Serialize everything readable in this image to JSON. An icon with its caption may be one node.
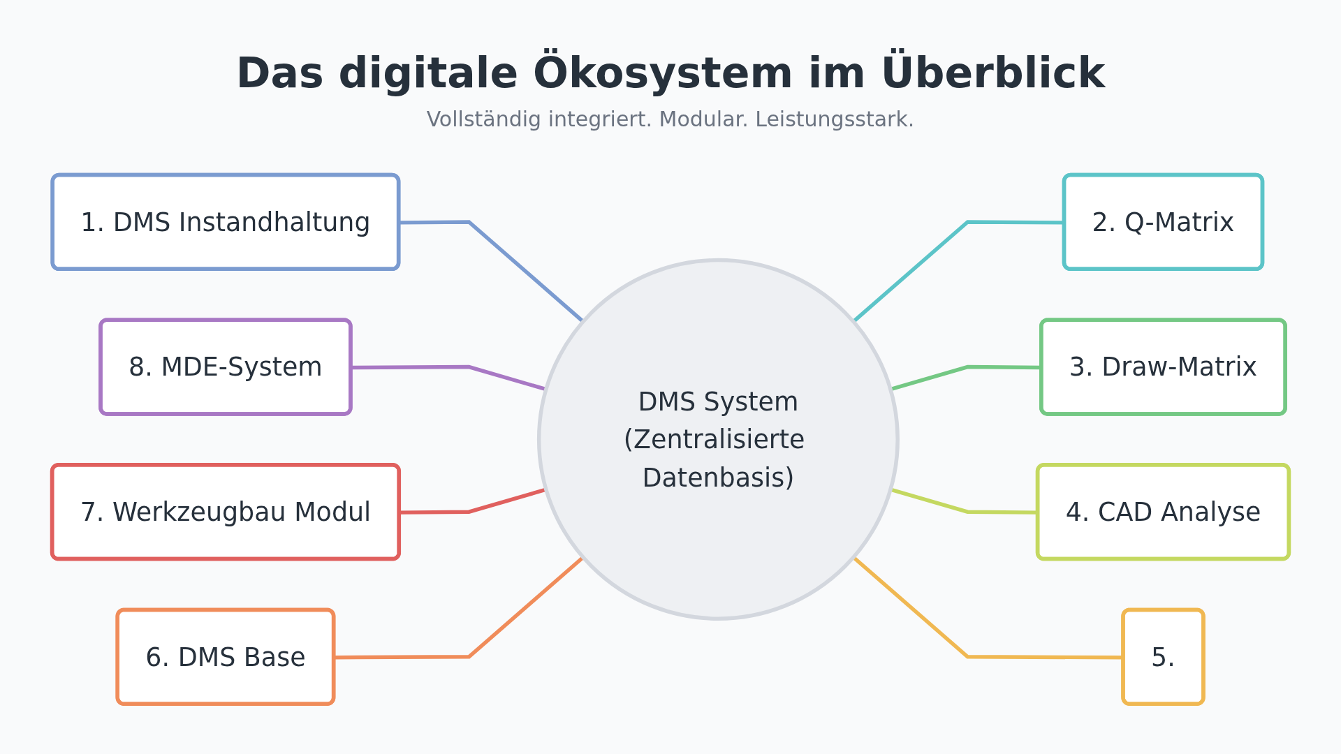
{
  "diagram": {
    "title": "Das digitale Ökosystem im Überblick",
    "nodes": [
      {
        "text": [
          "DMS System",
          "(Zentralisierte Datenbasis)"
        ]
      },
      {
        "text": [
          "1. DMS Instandhaltung"
        ]
      },
      {
        "text": [
          "2. Q-Matrix"
        ]
      },
      {
        "text": [
          "3. Draw-Matrix"
        ]
      },
      {
        "text": [
          "4. CAD Analyse"
        ]
      },
      {
        "text": [
          "5."
        ]
      },
      {
        "text": [
          "6. DMS Base"
        ]
      },
      {
        "text": [
          "7. Werkzeugbau Modul"
        ]
      },
      {
        "text": [
          "8. MDE-System"
        ]
      }
    ],
    "edges": [
      {
        "from": 1,
        "to": 0,
        "arrow": "none",
        "color": "#7b9bd0"
      },
      {
        "from": 8,
        "to": 0,
        "arrow": "none",
        "color": "#a878c4"
      },
      {
        "from": 7,
        "to": 0,
        "arrow": "none",
        "color": "#e0605e"
      },
      {
        "from": 6,
        "to": 0,
        "arrow": "none",
        "color": "#f08c5a"
      },
      {
        "from": 0,
        "to": 2,
        "arrow": "none",
        "color": "#5cc4c8"
      },
      {
        "from": 0,
        "to": 3,
        "arrow": "none",
        "color": "#74c884"
      },
      {
        "from": 0,
        "to": 4,
        "arrow": "none",
        "color": "#c4d860"
      },
      {
        "from": 0,
        "to": 5,
        "arrow": "none",
        "color": "#f0b852"
      }
    ],
    "labels": [
      "Vollständig integriert. Modular. Leistungsstark."
    ]
  }
}
